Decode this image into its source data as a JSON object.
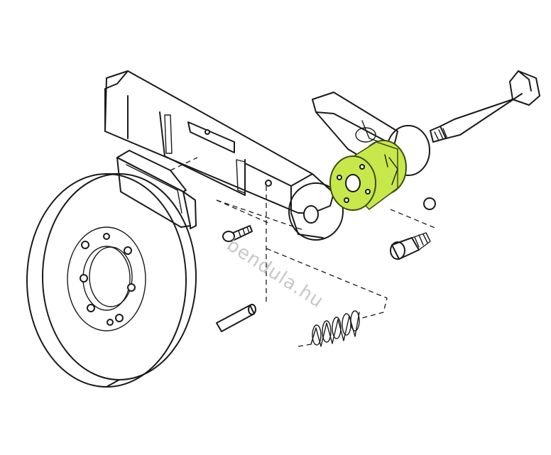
{
  "watermark": {
    "text": "bendula.hu"
  },
  "highlight": {
    "part": "bushing-washer",
    "fill": "#c7e84a",
    "stroke": "#3c4a14"
  },
  "parts": [
    {
      "name": "brake-disc"
    },
    {
      "name": "brake-pad"
    },
    {
      "name": "caliper-bracket-arm"
    },
    {
      "name": "pivot-arm"
    },
    {
      "name": "pivot-bolt"
    },
    {
      "name": "bushing-washer"
    },
    {
      "name": "retaining-screw"
    },
    {
      "name": "socket-head-screw"
    },
    {
      "name": "pin"
    },
    {
      "name": "coil-spring"
    },
    {
      "name": "small-ball"
    }
  ]
}
